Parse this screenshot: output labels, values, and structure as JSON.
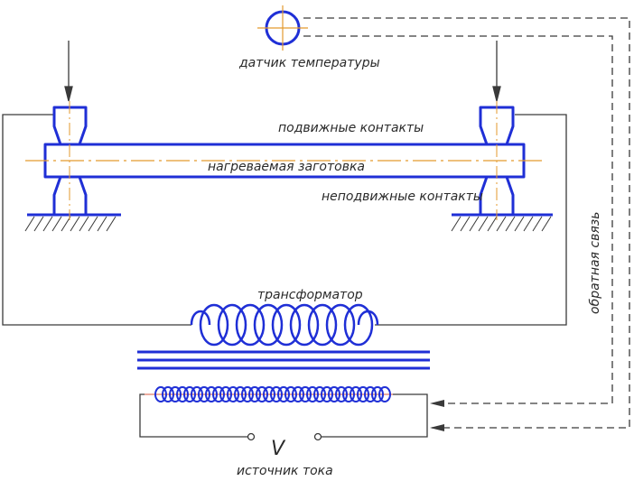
{
  "labels": {
    "sensor": "датчик температуры",
    "movable_contacts": "подвижные контакты",
    "workpiece": "нагреваемая заготовка",
    "fixed_contacts": "неподвижные контакты",
    "transformer": "трансформатор",
    "feedback": "обратная связь",
    "voltage_symbol": "V",
    "current_source": "источник тока"
  },
  "colors": {
    "structure": "#1f2fd6",
    "wire": "#3a3a3a",
    "axis": "#e39a2e",
    "coil_inner": "#e07a66"
  }
}
